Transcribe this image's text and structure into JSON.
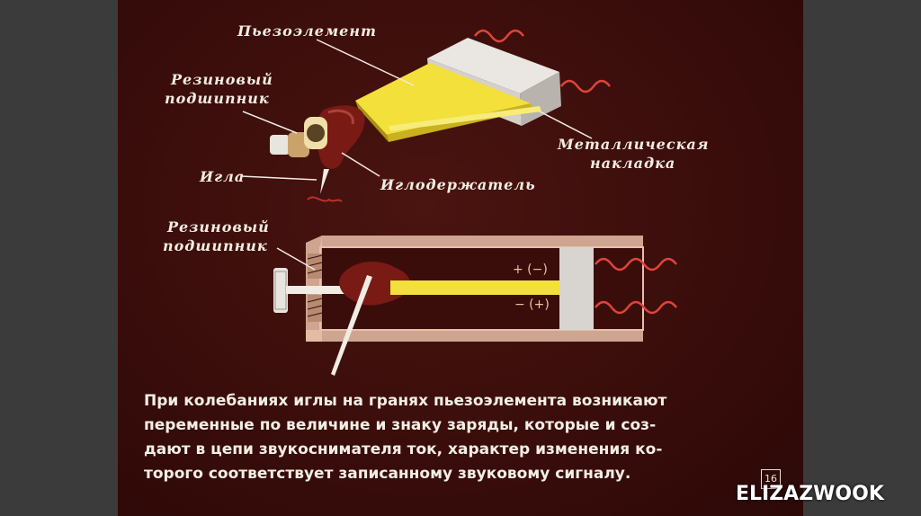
{
  "labels": {
    "piezo": "Пьезоэлемент",
    "rubber_bearing_1a": "Резиновый",
    "rubber_bearing_1b": "подшипник",
    "needle": "Игла",
    "needle_holder": "Иглодержатель",
    "metal_plate_a": "Металлическая",
    "metal_plate_b": "накладка",
    "rubber_bearing_2a": "Резиновый",
    "rubber_bearing_2b": "подшипник",
    "sign_top": "+ (−)",
    "sign_bottom": "− (+)"
  },
  "caption": [
    "При колебаниях иглы на гранях пьезоэлемента возникают",
    "переменные по величине и знаку заряды, которые и соз-",
    "дают в цепи звукоснимателя ток, характер изменения ко-",
    "торого соответствует записанному звуковому сигналу."
  ],
  "page_number": "16",
  "watermark": "ELIZAZWOOK",
  "colors": {
    "background": "#3a0d0b",
    "piezo_yellow": "#f3e03a",
    "metal": "#d8d4d0",
    "holder": "#7a1a14",
    "wave": "#e0443a",
    "text": "#f2ece0"
  }
}
